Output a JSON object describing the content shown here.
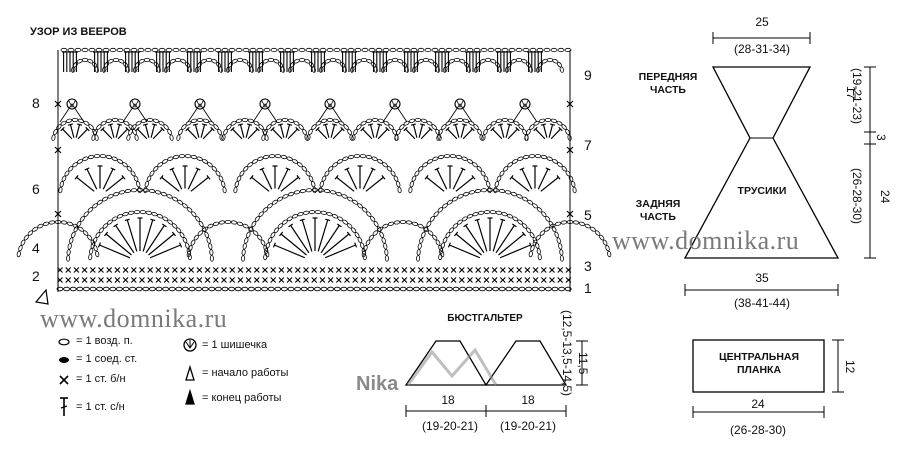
{
  "chart_title": "УЗОР ИЗ ВЕЕРОВ",
  "watermark": "www.domnika.ru",
  "logo_text": "Nika",
  "row_numbers_left": [
    "8",
    "6",
    "4",
    "2"
  ],
  "row_numbers_right": [
    "9",
    "7",
    "5",
    "3",
    "1"
  ],
  "legend": [
    {
      "symbol": "chain-icon",
      "label": "= 1 возд. п."
    },
    {
      "symbol": "slip-stitch-icon",
      "label": "= 1 соед. ст."
    },
    {
      "symbol": "single-crochet-icon",
      "label": "= 1 ст. б/н"
    },
    {
      "symbol": "double-crochet-icon",
      "label": "= 1 ст. с/н"
    },
    {
      "symbol": "bobble-icon",
      "label": "= 1 шишечка"
    },
    {
      "symbol": "start-arrow-icon",
      "label": "= начало работы"
    },
    {
      "symbol": "end-arrow-icon",
      "label": "= конец работы"
    }
  ],
  "panties": {
    "label_front": [
      "ПЕРЕДНЯЯ",
      "ЧАСТЬ"
    ],
    "label_back": [
      "ЗАДНЯЯ",
      "ЧАСТЬ"
    ],
    "label_center": "ТРУСИКИ",
    "top_width": "25",
    "top_width_sizes": "(28-31-34)",
    "bottom_width": "35",
    "bottom_width_sizes": "(38-41-44)",
    "front_height": "17",
    "front_height_sizes": "(19-21-23)",
    "middle_height": "3",
    "back_height": "24",
    "back_height_sizes": "(26-28-30)"
  },
  "bra": {
    "label": "БЮСТГАЛЬТЕР",
    "cup_width": "18",
    "cup_width_sizes": "(19-20-21)",
    "height": "11,5",
    "height_sizes": "(12,5-13,5-14,5)"
  },
  "strip": {
    "label": [
      "ЦЕНТРАЛЬНАЯ",
      "ПЛАНКА"
    ],
    "width": "24",
    "width_sizes": "(26-28-30)",
    "height": "12"
  }
}
